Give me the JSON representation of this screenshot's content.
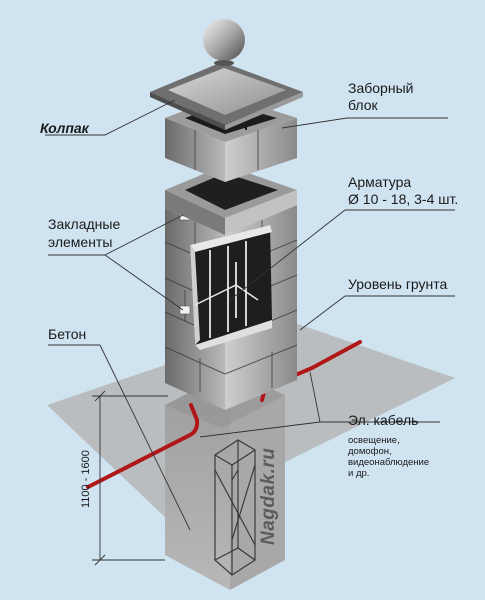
{
  "labels": {
    "cap": "Колпак",
    "fence_block_line1": "Заборный",
    "fence_block_line2": "блок",
    "rebar_line1": "Арматура",
    "rebar_line2": "Ø 10 - 18, 3-4 шт.",
    "embedded_line1": "Закладные",
    "embedded_line2": "элементы",
    "ground_level": "Уровень грунта",
    "concrete": "Бетон",
    "cable": "Эл. кабель",
    "cable_note_1": "освещение,",
    "cable_note_2": "домофон,",
    "cable_note_3": "видеонаблюдение",
    "cable_note_4": "и др.",
    "depth": "1100 - 1600",
    "watermark": "Nagdak.ru"
  },
  "colors": {
    "background": "#cfe3f1",
    "cable": "#b01818",
    "ground": "#b4b4b4",
    "leader": "#333333"
  }
}
